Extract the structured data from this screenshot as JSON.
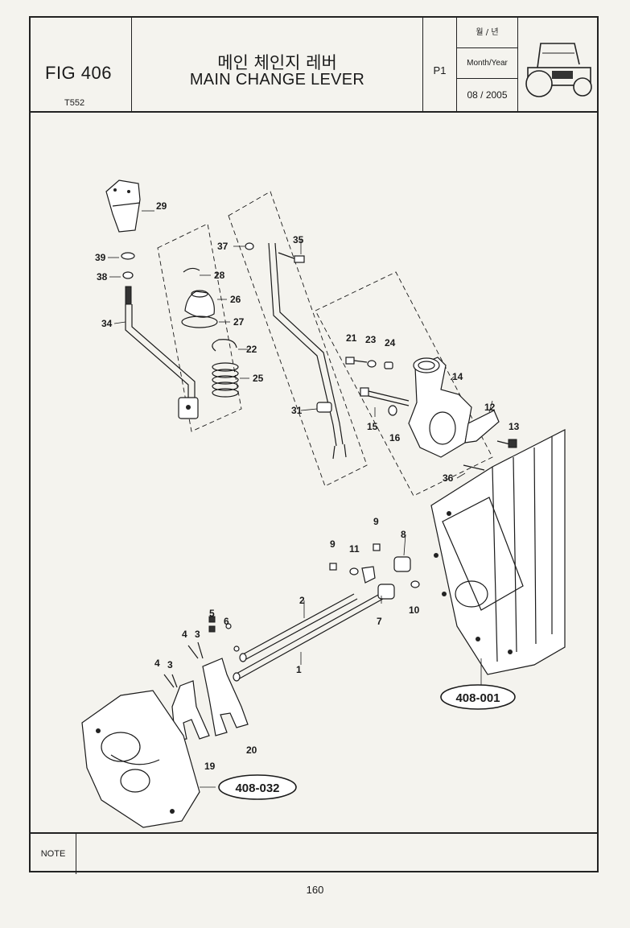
{
  "header": {
    "fig_no": "FIG 406",
    "model": "T552",
    "title_kr": "메인 체인지 레버",
    "title_en": "MAIN CHANGE LEVER",
    "page": "P1",
    "date_label_kr": "월 / 년",
    "date_label_en": "Month/Year",
    "date_value": "08 / 2005",
    "logo_icon": "tractor-icon"
  },
  "parts": {
    "p1": "1",
    "p2": "2",
    "p3a": "3",
    "p3b": "3",
    "p4a": "4",
    "p4b": "4",
    "p5": "5",
    "p6": "6",
    "p7": "7",
    "p8": "8",
    "p9a": "9",
    "p9b": "9",
    "p10": "10",
    "p11": "11",
    "p12": "12",
    "p13": "13",
    "p14": "14",
    "p15": "15",
    "p16": "16",
    "p19": "19",
    "p20": "20",
    "p21": "21",
    "p22": "22",
    "p23": "23",
    "p24": "24",
    "p25": "25",
    "p26": "26",
    "p27": "27",
    "p28": "28",
    "p29": "29",
    "p31": "31",
    "p34": "34",
    "p35": "35",
    "p36": "36",
    "p37": "37",
    "p38": "38",
    "p39": "39"
  },
  "references": {
    "ref_a": "408-001",
    "ref_b": "408-032"
  },
  "note": {
    "label": "NOTE",
    "text": ""
  },
  "footer": {
    "page_number": "160"
  }
}
